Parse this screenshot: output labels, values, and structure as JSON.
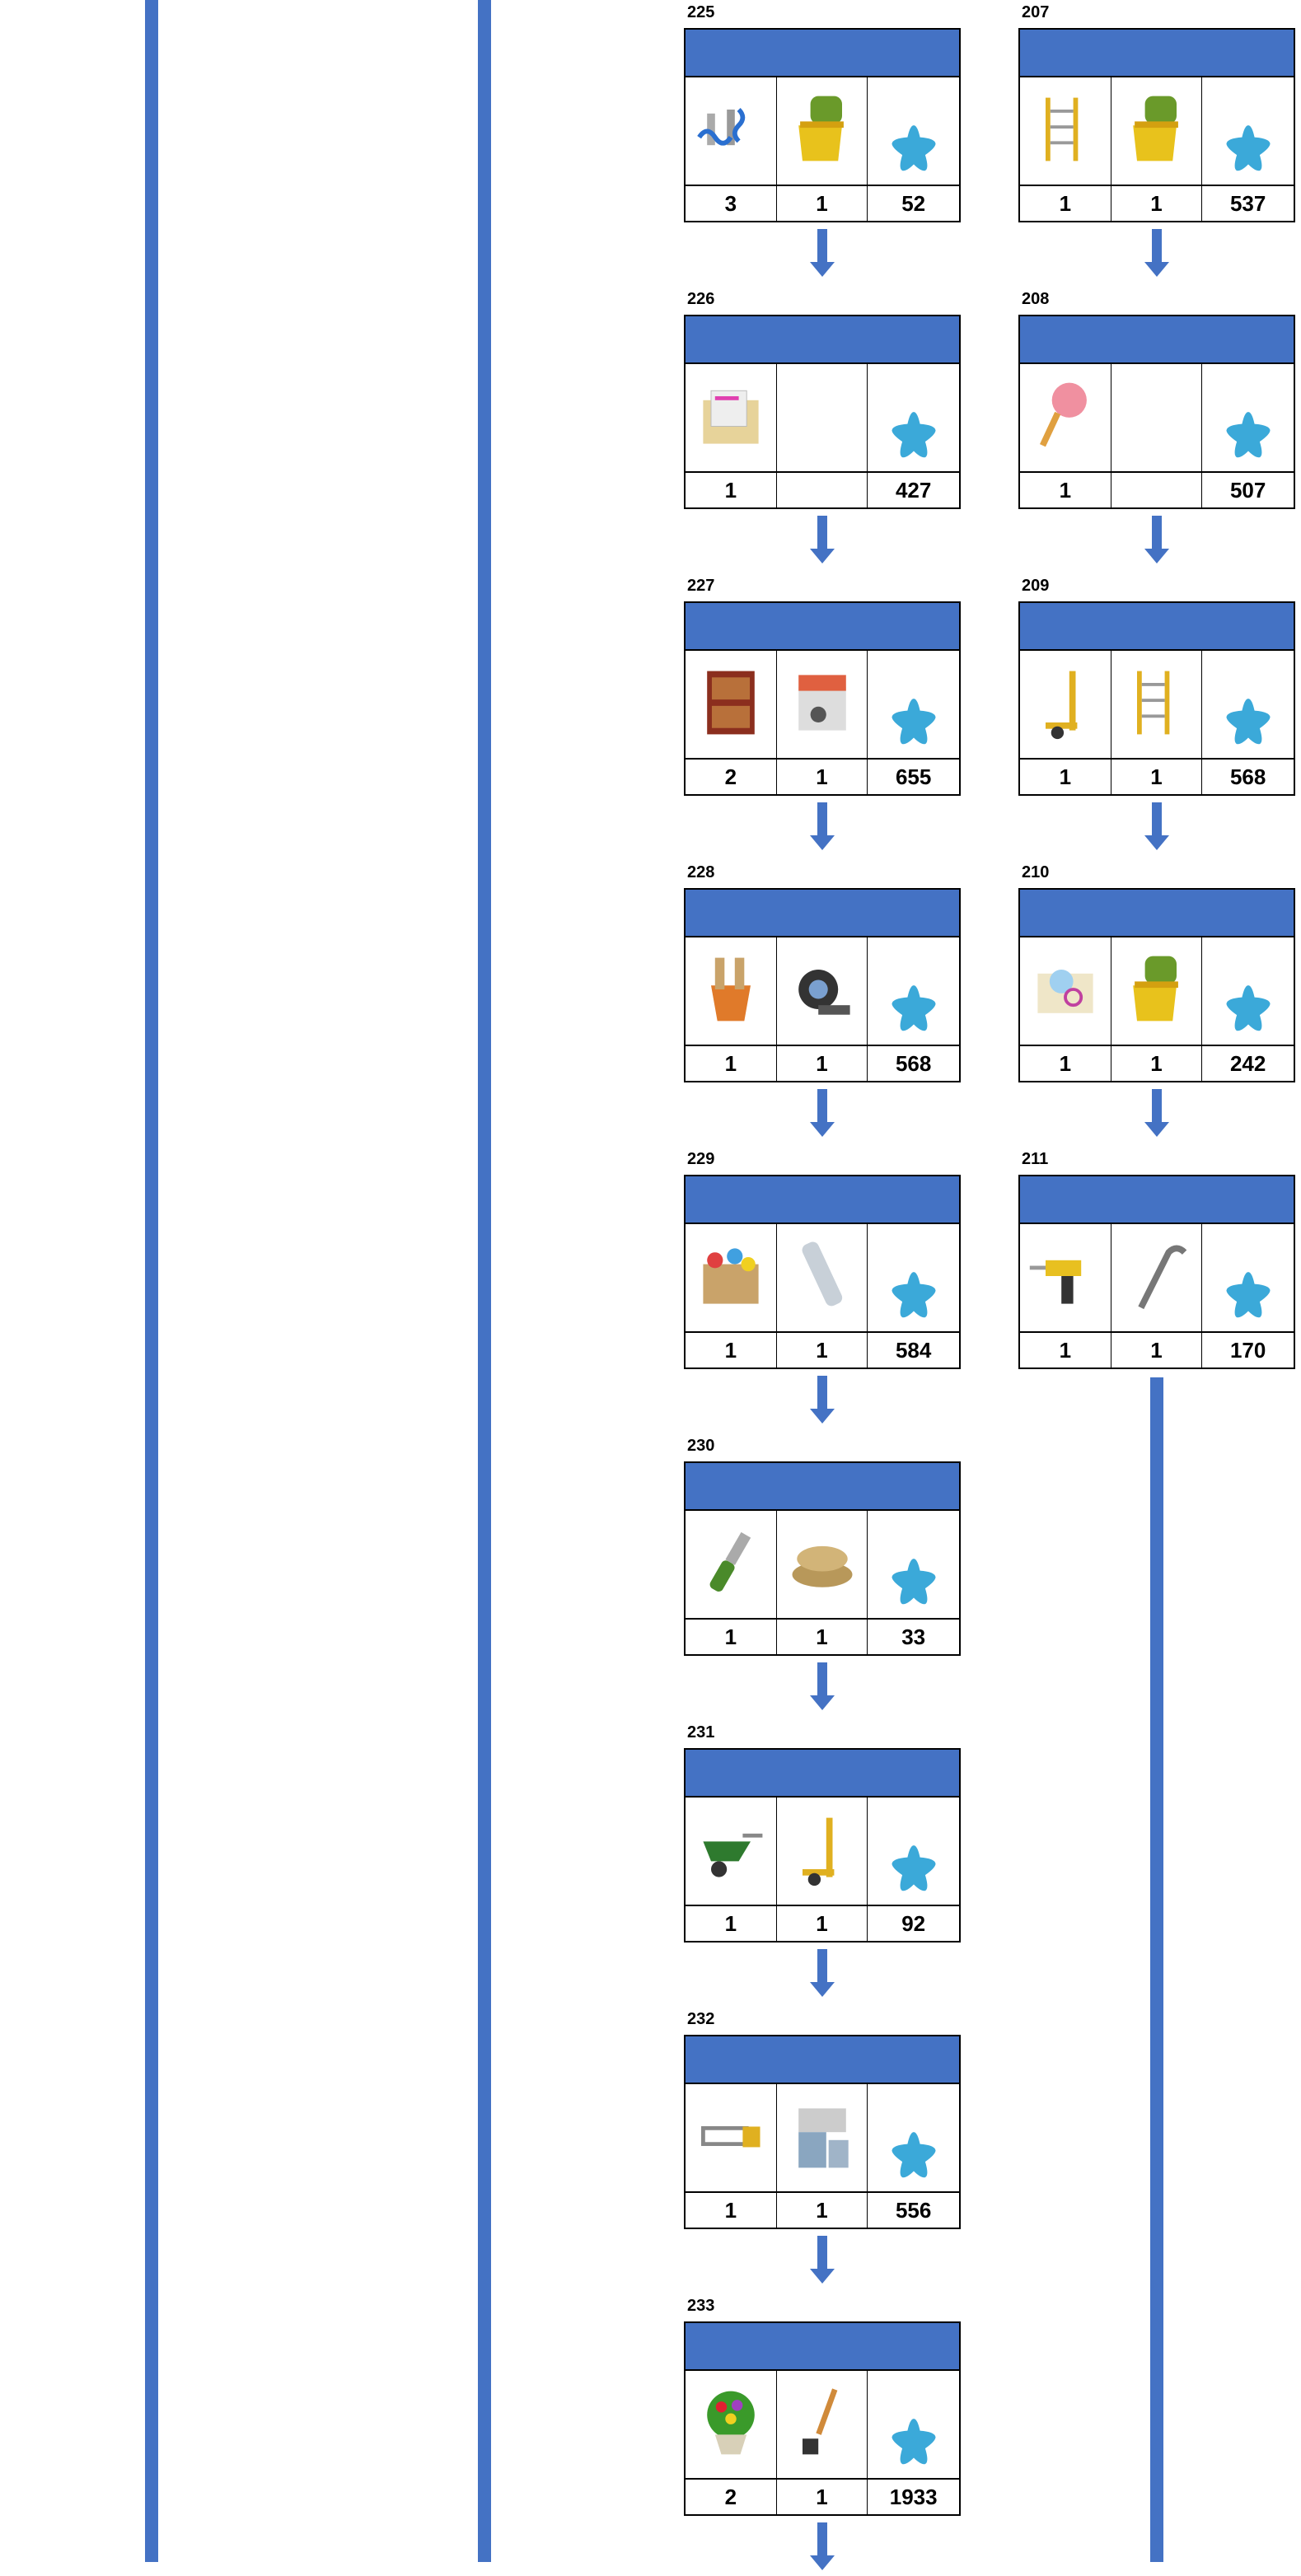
{
  "colors": {
    "accent": "#4472C4",
    "star": "#3BA9D9"
  },
  "columns": [
    {
      "cards": [
        {
          "id": "225",
          "items": [
            {
              "icon": "bolts-icon",
              "qty": "3"
            },
            {
              "icon": "gloves-icon",
              "qty": "1"
            }
          ],
          "reward": "52"
        },
        {
          "id": "226",
          "items": [
            {
              "icon": "folder-icon",
              "qty": "1"
            },
            {
              "icon": "",
              "qty": ""
            }
          ],
          "reward": "427"
        },
        {
          "id": "227",
          "items": [
            {
              "icon": "wood-shelf-icon",
              "qty": "2"
            },
            {
              "icon": "crate-icon",
              "qty": "1"
            }
          ],
          "reward": "655"
        },
        {
          "id": "228",
          "items": [
            {
              "icon": "brush-bucket-icon",
              "qty": "1"
            },
            {
              "icon": "tape-roll-icon",
              "qty": "1"
            }
          ],
          "reward": "568"
        },
        {
          "id": "229",
          "items": [
            {
              "icon": "toy-box-icon",
              "qty": "1"
            },
            {
              "icon": "pipe-icon",
              "qty": "1"
            }
          ],
          "reward": "584"
        },
        {
          "id": "230",
          "items": [
            {
              "icon": "knife-icon",
              "qty": "1"
            },
            {
              "icon": "sandbag-icon",
              "qty": "1"
            }
          ],
          "reward": "33"
        },
        {
          "id": "231",
          "items": [
            {
              "icon": "wheelbarrow-icon",
              "qty": "1"
            },
            {
              "icon": "hand-truck-icon",
              "qty": "1"
            }
          ],
          "reward": "92"
        },
        {
          "id": "232",
          "items": [
            {
              "icon": "hacksaw-icon",
              "qty": "1"
            },
            {
              "icon": "paint-cans-icon",
              "qty": "1"
            }
          ],
          "reward": "556"
        },
        {
          "id": "233",
          "items": [
            {
              "icon": "flower-pot-icon",
              "qty": "2"
            },
            {
              "icon": "shovel-icon",
              "qty": "1"
            }
          ],
          "reward": "1933"
        }
      ]
    },
    {
      "cards": [
        {
          "id": "207",
          "items": [
            {
              "icon": "ladder-icon",
              "qty": "1"
            },
            {
              "icon": "gloves-icon",
              "qty": "1"
            }
          ],
          "reward": "537"
        },
        {
          "id": "208",
          "items": [
            {
              "icon": "duster-icon",
              "qty": "1"
            },
            {
              "icon": "",
              "qty": ""
            }
          ],
          "reward": "507"
        },
        {
          "id": "209",
          "items": [
            {
              "icon": "hand-truck-icon",
              "qty": "1"
            },
            {
              "icon": "ladder-icon",
              "qty": "1"
            }
          ],
          "reward": "568"
        },
        {
          "id": "210",
          "items": [
            {
              "icon": "blueprint-icon",
              "qty": "1"
            },
            {
              "icon": "gloves-icon",
              "qty": "1"
            }
          ],
          "reward": "242"
        },
        {
          "id": "211",
          "items": [
            {
              "icon": "drill-icon",
              "qty": "1"
            },
            {
              "icon": "crowbar-icon",
              "qty": "1"
            }
          ],
          "reward": "170"
        }
      ]
    }
  ]
}
